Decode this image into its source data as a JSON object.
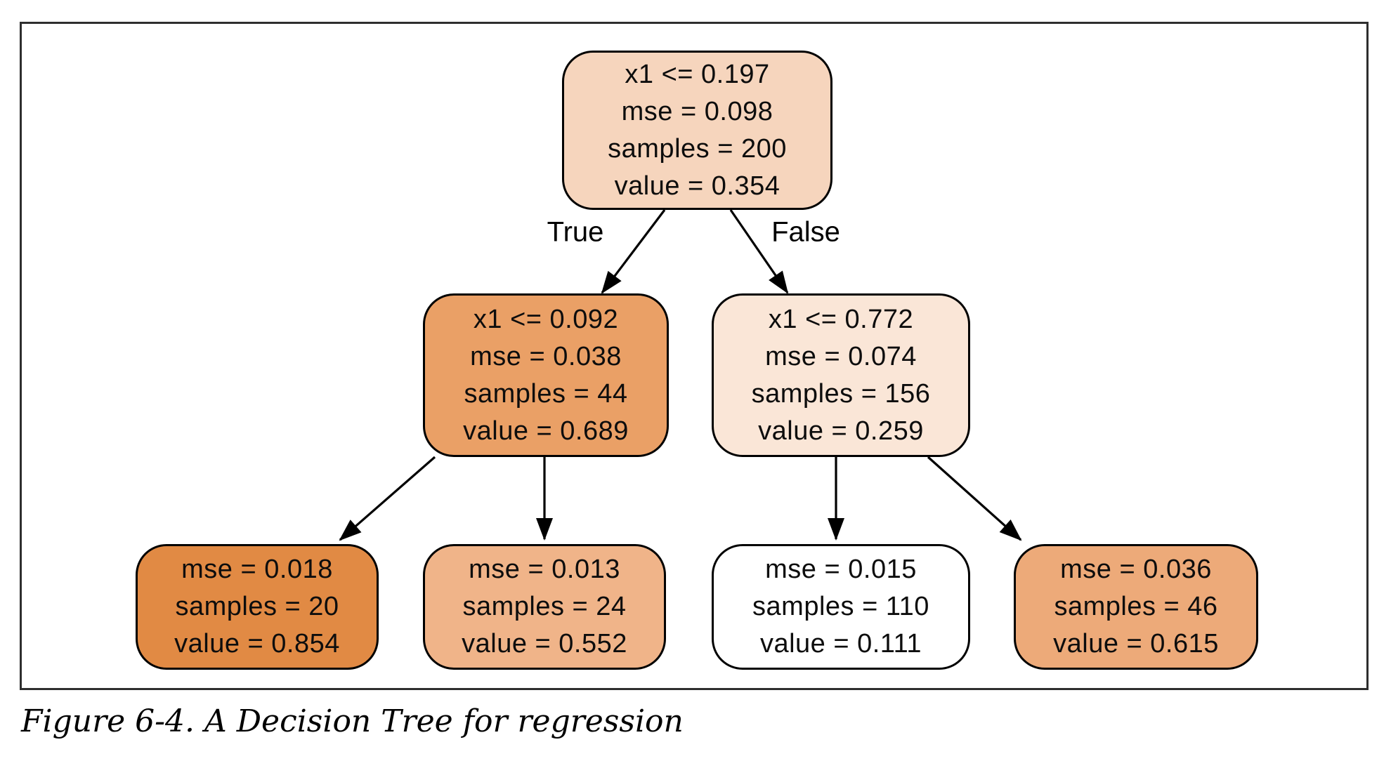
{
  "figure": {
    "caption": "Figure 6-4. A Decision Tree for regression"
  },
  "tree": {
    "type": "decision-tree-regression",
    "nodes": [
      {
        "id": "root",
        "depth": 0,
        "lines": [
          "x1 <= 0.197",
          "mse = 0.098",
          "samples = 200",
          "value = 0.354"
        ],
        "fill": "#f6d5bd"
      },
      {
        "id": "left-child",
        "depth": 1,
        "lines": [
          "x1 <= 0.092",
          "mse = 0.038",
          "samples = 44",
          "value = 0.689"
        ],
        "fill": "#eaa066"
      },
      {
        "id": "right-child",
        "depth": 1,
        "lines": [
          "x1 <= 0.772",
          "mse = 0.074",
          "samples = 156",
          "value = 0.259"
        ],
        "fill": "#fae6d7"
      },
      {
        "id": "leaf-1",
        "depth": 2,
        "lines": [
          "mse = 0.018",
          "samples = 20",
          "value = 0.854"
        ],
        "fill": "#e18a44"
      },
      {
        "id": "leaf-2",
        "depth": 2,
        "lines": [
          "mse = 0.013",
          "samples = 24",
          "value = 0.552"
        ],
        "fill": "#f0b489"
      },
      {
        "id": "leaf-3",
        "depth": 2,
        "lines": [
          "mse = 0.015",
          "samples = 110",
          "value = 0.111"
        ],
        "fill": "#ffffff"
      },
      {
        "id": "leaf-4",
        "depth": 2,
        "lines": [
          "mse = 0.036",
          "samples = 46",
          "value = 0.615"
        ],
        "fill": "#edaa79"
      }
    ],
    "edges": [
      {
        "from": "root",
        "to": "left-child",
        "label": "True"
      },
      {
        "from": "root",
        "to": "right-child",
        "label": "False"
      },
      {
        "from": "left-child",
        "to": "leaf-1",
        "label": ""
      },
      {
        "from": "left-child",
        "to": "leaf-2",
        "label": ""
      },
      {
        "from": "right-child",
        "to": "leaf-3",
        "label": ""
      },
      {
        "from": "right-child",
        "to": "leaf-4",
        "label": ""
      }
    ],
    "colors": {
      "node_border": "#000000",
      "edge_stroke": "#000000",
      "frame_border": "#2e2e2e",
      "min_value_fill": "#ffffff",
      "max_value_fill": "#e18a44"
    }
  }
}
